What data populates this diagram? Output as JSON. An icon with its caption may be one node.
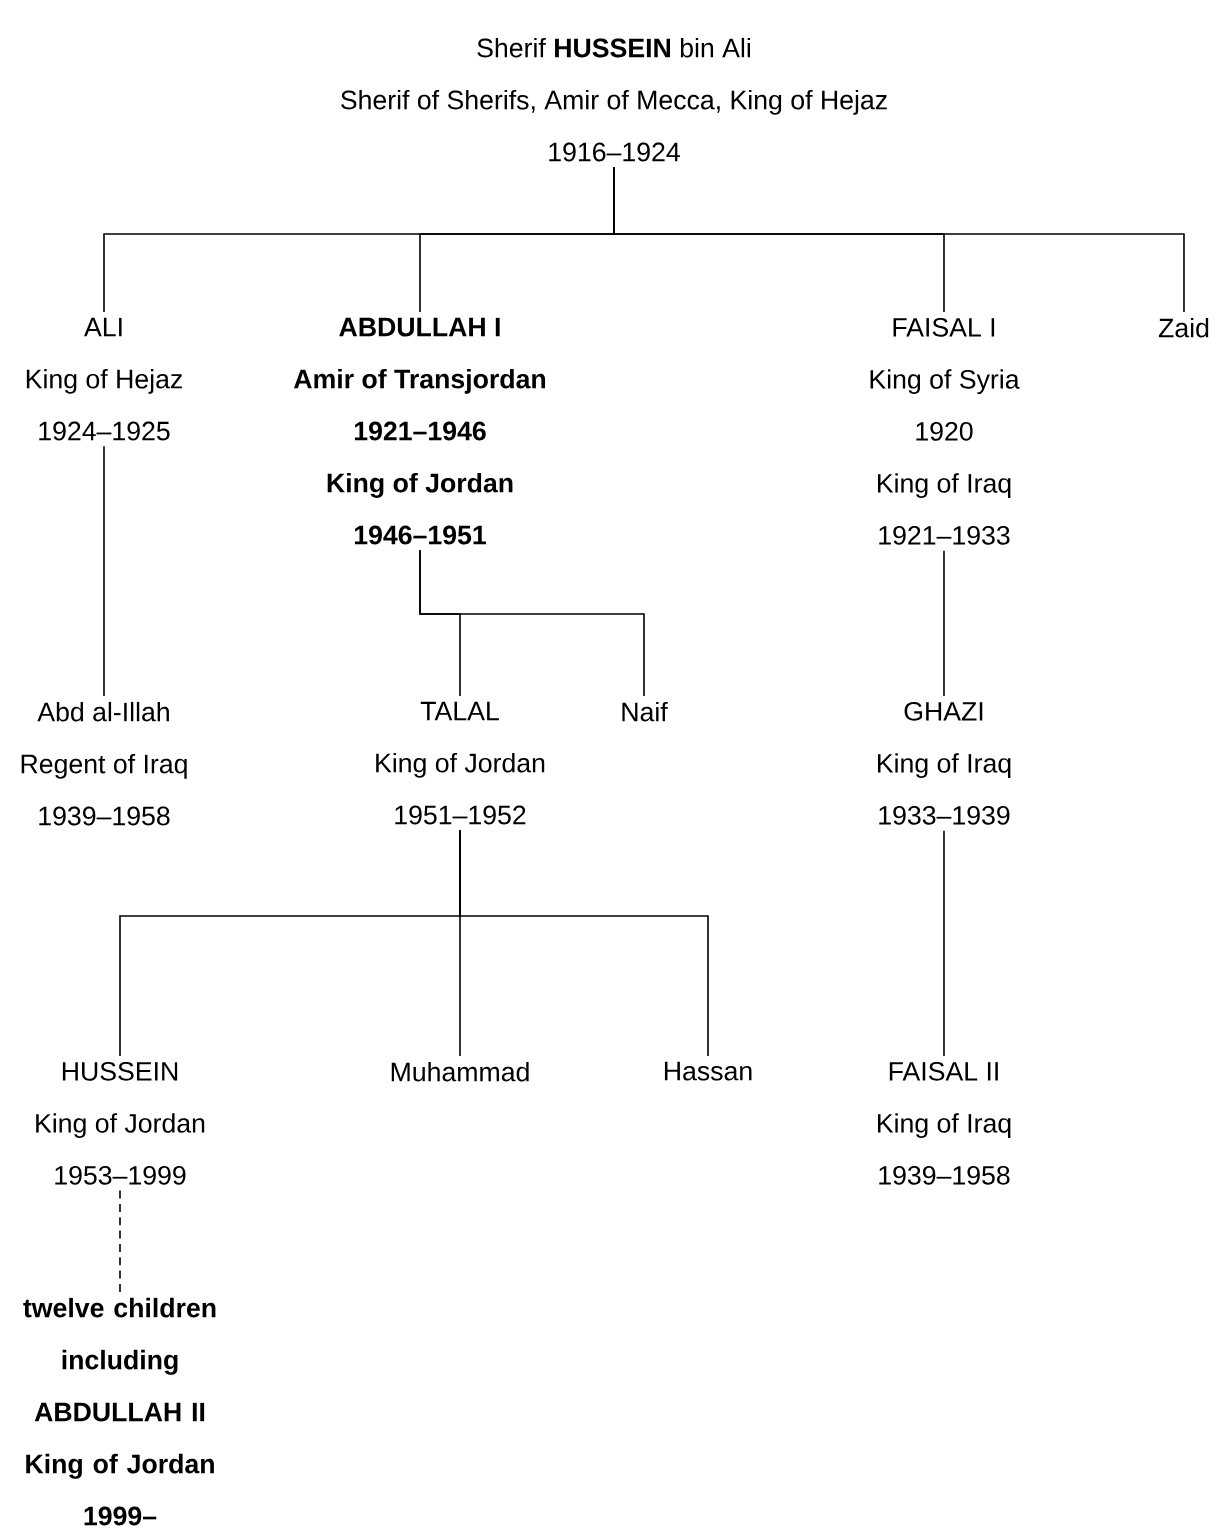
{
  "diagram": {
    "nodes": [
      {
        "text": [
          "Sherif **HUSSEIN** bin Ali",
          "Sherif of Sherifs, Amir of Mecca, King of Hejaz",
          "1916–1924"
        ]
      },
      {
        "text": [
          "ALI",
          "King of Hejaz",
          "1924–1925"
        ]
      },
      {
        "text": [
          "ABDULLAH I",
          "Amir of Transjordan",
          "1921–1946",
          "King of Jordan",
          "1946–1951"
        ]
      },
      {
        "text": [
          "FAISAL I",
          "King of Syria",
          "1920",
          "King of Iraq",
          "1921–1933"
        ]
      },
      {
        "text": [
          "Zaid"
        ]
      },
      {
        "text": [
          "Abd al-Illah",
          "Regent of Iraq",
          "1939–1958"
        ]
      },
      {
        "text": [
          "TALAL",
          "King of Jordan",
          "1951–1952"
        ]
      },
      {
        "text": [
          "Naif"
        ]
      },
      {
        "text": [
          "GHAZI",
          "King of Iraq",
          "1933–1939"
        ]
      },
      {
        "text": [
          "HUSSEIN",
          "King of Jordan",
          "1953–1999"
        ]
      },
      {
        "text": [
          "Muhammad"
        ]
      },
      {
        "text": [
          "Hassan"
        ]
      },
      {
        "text": [
          "FAISAL II",
          "King of Iraq",
          "1939–1958"
        ]
      },
      {
        "text": [
          "twelve children including",
          "ABDULLAH II",
          "King of Jordan",
          "1999–"
        ]
      }
    ],
    "edges": [
      {
        "from": 0,
        "to": 1,
        "arrow": "none"
      },
      {
        "from": 0,
        "to": 2,
        "arrow": "none"
      },
      {
        "from": 0,
        "to": 3,
        "arrow": "none"
      },
      {
        "from": 0,
        "to": 4,
        "arrow": "none"
      },
      {
        "from": 1,
        "to": 5,
        "arrow": "none"
      },
      {
        "from": 2,
        "to": 6,
        "arrow": "none"
      },
      {
        "from": 2,
        "to": 7,
        "arrow": "none"
      },
      {
        "from": 3,
        "to": 8,
        "arrow": "none"
      },
      {
        "from": 6,
        "to": 9,
        "arrow": "none"
      },
      {
        "from": 6,
        "to": 10,
        "arrow": "none"
      },
      {
        "from": 6,
        "to": 11,
        "arrow": "none"
      },
      {
        "from": 8,
        "to": 12,
        "arrow": "none"
      },
      {
        "from": 9,
        "to": 13,
        "arrow": "none",
        "style": "dashed"
      }
    ]
  }
}
